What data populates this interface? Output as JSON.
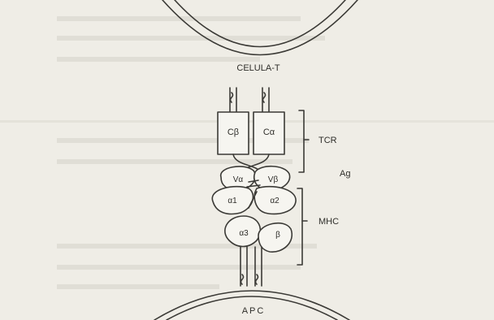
{
  "labels": {
    "top_cell": "CELULA-T",
    "bottom_cell": "APC",
    "tcr": "TCR",
    "ag": "Ag",
    "mhc": "MHC",
    "c_beta": "Cβ",
    "c_alpha": "Cα",
    "v_alpha": "Vα",
    "v_beta": "Vβ",
    "alpha1": "α1",
    "alpha2": "α2",
    "alpha3": "α3",
    "beta": "β"
  },
  "colors": {
    "background": "#efede6",
    "ink": "#3b3a36",
    "bleed_through": "#c9c7be"
  }
}
